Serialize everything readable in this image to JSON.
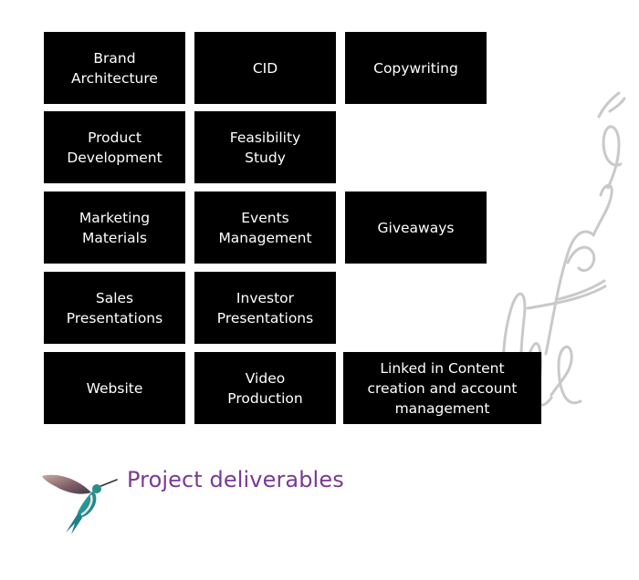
{
  "deliverables": [
    {
      "key": "brand-architecture",
      "label": "Brand\nArchitecture"
    },
    {
      "key": "cid",
      "label": "CID"
    },
    {
      "key": "copywriting",
      "label": "Copywriting"
    },
    {
      "key": "product-development",
      "label": "Product\nDevelopment"
    },
    {
      "key": "feasibility-study",
      "label": "Feasibility\nStudy"
    },
    {
      "key": "marketing-materials",
      "label": "Marketing\nMaterials"
    },
    {
      "key": "events-management",
      "label": "Events\nManagement"
    },
    {
      "key": "giveaways",
      "label": "Giveaways"
    },
    {
      "key": "sales-presentations",
      "label": "Sales\nPresentations"
    },
    {
      "key": "investor-presentations",
      "label": "Investor\nPresentations"
    },
    {
      "key": "website",
      "label": "Website"
    },
    {
      "key": "video-production",
      "label": "Video\nProduction"
    },
    {
      "key": "linkedin-content",
      "label": "Linked in Content\ncreation and account\nmanagement"
    }
  ],
  "caption": "Project deliverables",
  "watermark": {
    "text": "Maj Farid Pro",
    "color": "#c9c9c9"
  },
  "colors": {
    "tile": "#000000",
    "tile_text": "#ffffff",
    "caption": "#7a3a93"
  },
  "icons": {
    "bird": "hummingbird-icon"
  }
}
